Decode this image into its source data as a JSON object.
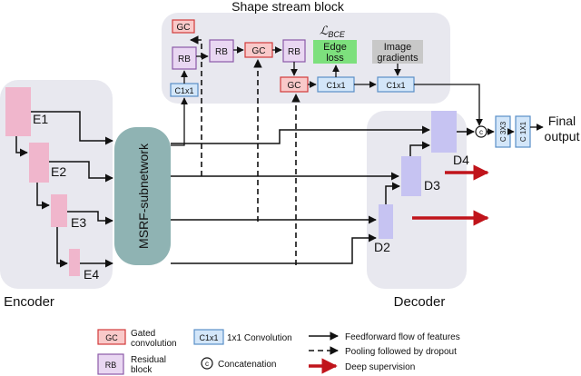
{
  "shape_stream": {
    "title": "Shape stream block"
  },
  "encoder": {
    "label": "Encoder",
    "blocks": [
      "E1",
      "E2",
      "E3",
      "E4"
    ]
  },
  "msrf": {
    "label": "MSRF-subnetwork"
  },
  "decoder": {
    "label": "Decoder",
    "blocks": [
      "D2",
      "D3",
      "D4"
    ]
  },
  "nodes": {
    "gc": "GC",
    "rb": "RB",
    "c1x1": "C1x1",
    "c3x3": "C 3X3",
    "c1x1_vertical": "C 1X1",
    "concat": "c",
    "bce_label": "ℒ",
    "bce_sub": "BCE",
    "edge_loss_line1": "Edge",
    "edge_loss_line2": "loss",
    "image_gradients_line1": "Image",
    "image_gradients_line2": "gradients",
    "final_output_line1": "Final",
    "final_output_line2": "output"
  },
  "legend": {
    "gated_conv_line1": "Gated",
    "gated_conv_line2": "convolution",
    "residual_line1": "Residual",
    "residual_line2": "block",
    "conv1x1": "1x1 Convolution",
    "concatenation": "Concatenation",
    "feedforward": "Feedforward flow of features",
    "pooling": "Pooling followed by dropout",
    "deep_supervision": "Deep supervision"
  },
  "colors": {
    "gc_fill": "#f9c9c9",
    "gc_stroke": "#d23b3b",
    "rb_fill": "#e9d7f2",
    "rb_stroke": "#8c5aa8",
    "c1x1_fill": "#d3e6f9",
    "c1x1_stroke": "#5b8fc7",
    "edge_fill": "#7de07d",
    "grad_fill": "#c8c8c8",
    "enc_block": "#f0b6cc",
    "dec_block": "#c6c3f2",
    "msrf_fill": "#8fb3b3",
    "panel_fill": "#e8e8ef",
    "deep_sup": "#c0141b"
  }
}
